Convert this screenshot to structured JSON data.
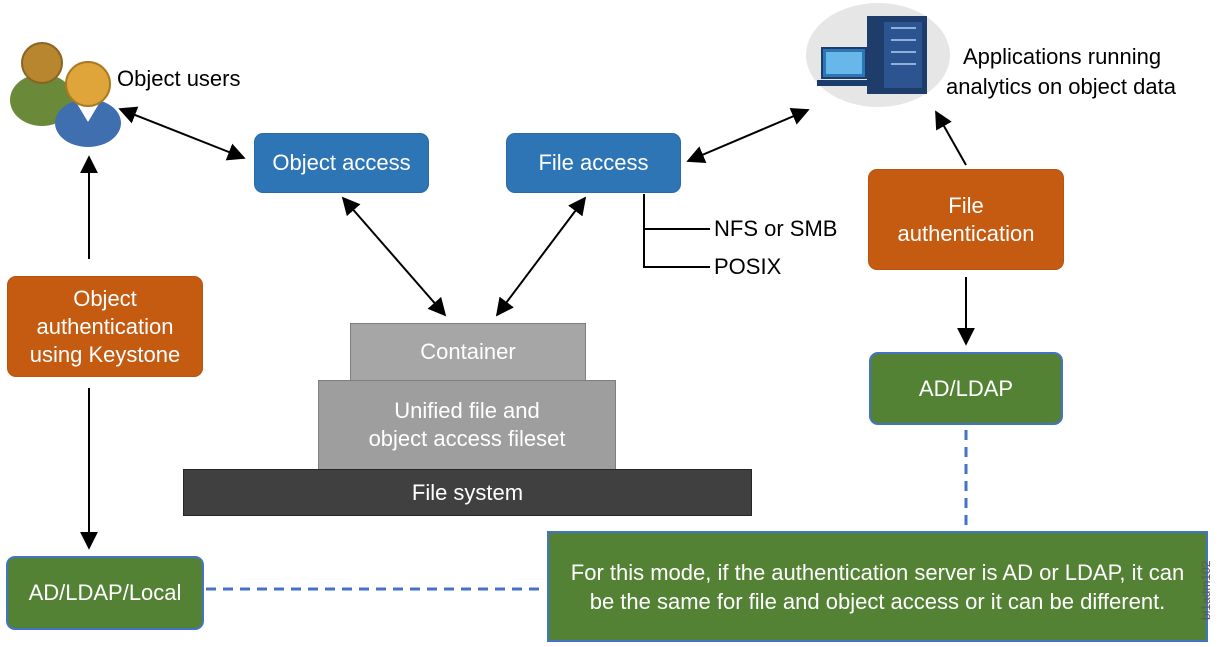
{
  "labels": {
    "object_users": "Object users",
    "applications": [
      "Applications running",
      "analytics on object data"
    ],
    "nfs_smb": "NFS or SMB",
    "posix": "POSIX",
    "figure_id": "bl1adm102"
  },
  "boxes": {
    "object_access": "Object access",
    "file_access": "File access",
    "file_authentication": [
      "File",
      "authentication"
    ],
    "object_authentication": [
      "Object",
      "authentication",
      "using Keystone"
    ],
    "container": "Container",
    "fileset": [
      "Unified file and",
      "object access fileset"
    ],
    "file_system": "File system",
    "ad_ldap": "AD/LDAP",
    "ad_ldap_local": "AD/LDAP/Local"
  },
  "note": "For this mode, if the authentication server is AD or LDAP, it can be the same for file and object access or it can be different.",
  "colors": {
    "access_box": "#2e75b6",
    "auth_box": "#c55a11",
    "directory_box": "#548235",
    "dashed_line": "#4472c4",
    "storage_layers": [
      "#a6a6a6",
      "#9e9e9e",
      "#404040"
    ]
  },
  "icons": [
    "users-icon",
    "server-monitor-icon"
  ]
}
